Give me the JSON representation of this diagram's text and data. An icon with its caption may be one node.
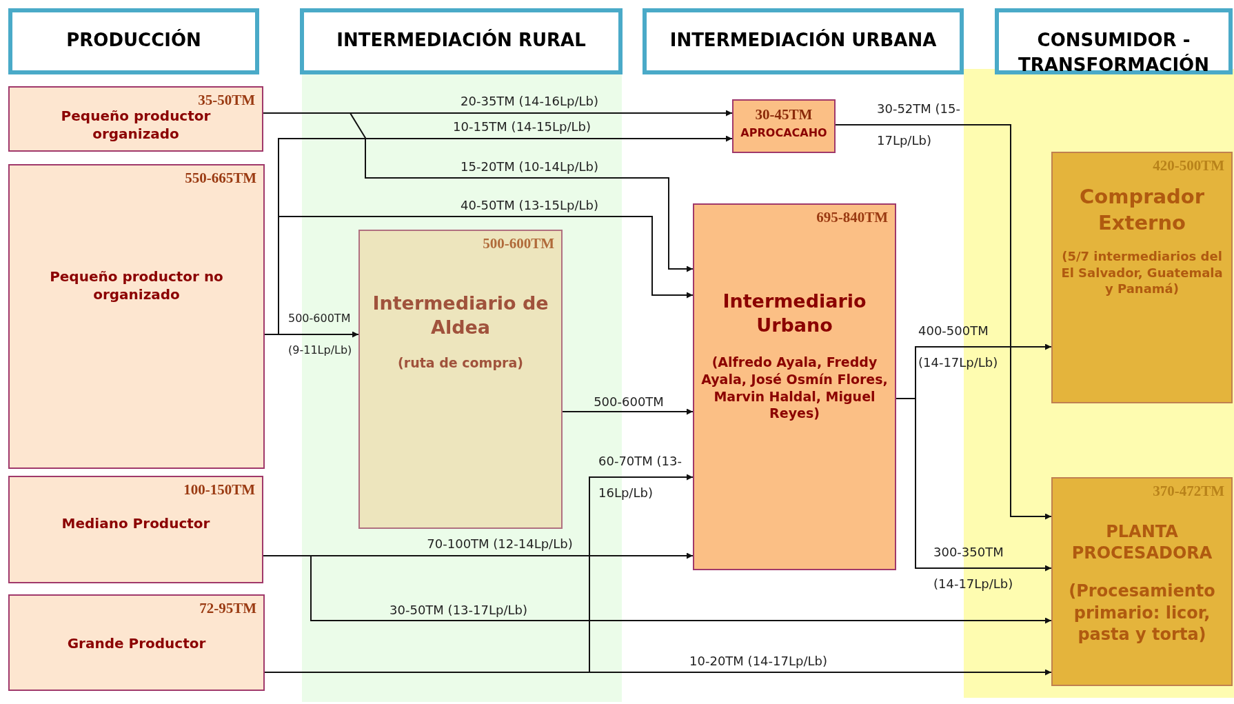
{
  "diagram": {
    "nodes": [
      {
        "text": [
          "PRODUCCIÓN"
        ]
      },
      {
        "text": [
          "INTERMEDIACIÓN RURAL"
        ]
      },
      {
        "text": [
          "INTERMEDIACIÓN URBANA"
        ]
      },
      {
        "text": [
          "CONSUMIDOR - TRANSFORMACIÓN"
        ]
      },
      {
        "text": [
          "35-50TM",
          "Pequeño productor organizado"
        ]
      },
      {
        "text": [
          "550-665TM",
          "Pequeño productor no organizado"
        ]
      },
      {
        "text": [
          "100-150TM",
          "Mediano Productor"
        ]
      },
      {
        "text": [
          "72-95TM",
          "Grande Productor"
        ]
      },
      {
        "text": [
          "500-600TM",
          "Intermediario de Aldea",
          "(ruta de compra)"
        ]
      },
      {
        "text": [
          "30-45TM",
          "APROCACAHO"
        ]
      },
      {
        "text": [
          "695-840TM",
          "Intermediario Urbano",
          "(Alfredo Ayala, Freddy Ayala, José Osmín Flores, Marvin Haldal, Miguel Reyes)"
        ]
      },
      {
        "text": [
          "420-500TM",
          "Comprador Externo",
          "(5/7 intermediarios del El Salvador, Guatemala y Panamá)"
        ]
      },
      {
        "text": [
          "370-472TM",
          "PLANTA PROCESADORA",
          "(Procesamiento primario: licor, pasta y torta)"
        ]
      }
    ],
    "edges": [
      {
        "from": 4,
        "to": 9,
        "arrow": "to",
        "label": "20-35TM (14-16Lp/Lb)"
      },
      {
        "from": 4,
        "to": 10,
        "arrow": "to",
        "label": "15-20TM (10-14Lp/Lb)"
      },
      {
        "from": 5,
        "to": 9,
        "arrow": "to",
        "label": "10-15TM (14-15Lp/Lb)"
      },
      {
        "from": 5,
        "to": 10,
        "arrow": "to",
        "label": "40-50TM (13-15Lp/Lb)"
      },
      {
        "from": 5,
        "to": 8,
        "arrow": "to",
        "label": "500-600TM (9-11Lp/Lb)"
      },
      {
        "from": 8,
        "to": 10,
        "arrow": "to",
        "label": "500-600TM"
      },
      {
        "from": 7,
        "to": 10,
        "arrow": "to",
        "label": "60-70TM (13-16Lp/Lb)"
      },
      {
        "from": 6,
        "to": 10,
        "arrow": "to",
        "label": "70-100TM (12-14Lp/Lb)"
      },
      {
        "from": 6,
        "to": 12,
        "arrow": "to",
        "label": "30-50TM (13-17Lp/Lb)"
      },
      {
        "from": 7,
        "to": 12,
        "arrow": "to",
        "label": "10-20TM (14-17Lp/Lb)"
      },
      {
        "from": 9,
        "to": 12,
        "arrow": "to",
        "label": "30-52TM (15-17Lp/Lb)"
      },
      {
        "from": 10,
        "to": 11,
        "arrow": "to",
        "label": "400-500TM (14-17Lp/Lb)"
      },
      {
        "from": 10,
        "to": 12,
        "arrow": "to",
        "label": "300-350TM (14-17Lp/Lb)"
      }
    ]
  }
}
